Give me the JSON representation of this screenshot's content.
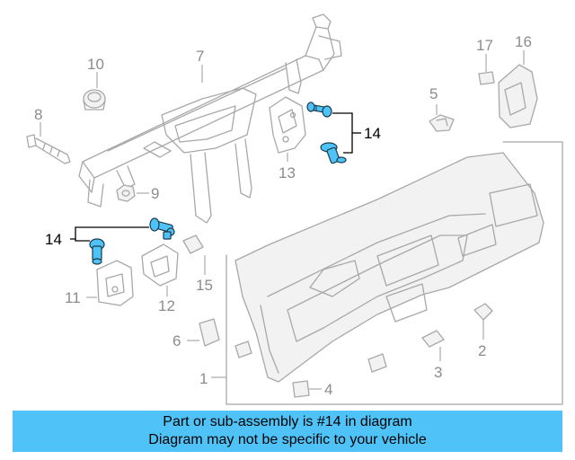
{
  "callouts": {
    "c1": "1",
    "c2": "2",
    "c3": "3",
    "c4": "4",
    "c5": "5",
    "c6": "6",
    "c7": "7",
    "c8": "8",
    "c9": "9",
    "c10": "10",
    "c11": "11",
    "c12": "12",
    "c13": "13",
    "c14a": "14",
    "c14b": "14",
    "c15": "15",
    "c16": "16",
    "c17": "17"
  },
  "highlight_color": "#4fc3f7",
  "banner": {
    "line1": "Part or sub-assembly is #14 in diagram",
    "line2": "Diagram may not be specific to your vehicle"
  }
}
